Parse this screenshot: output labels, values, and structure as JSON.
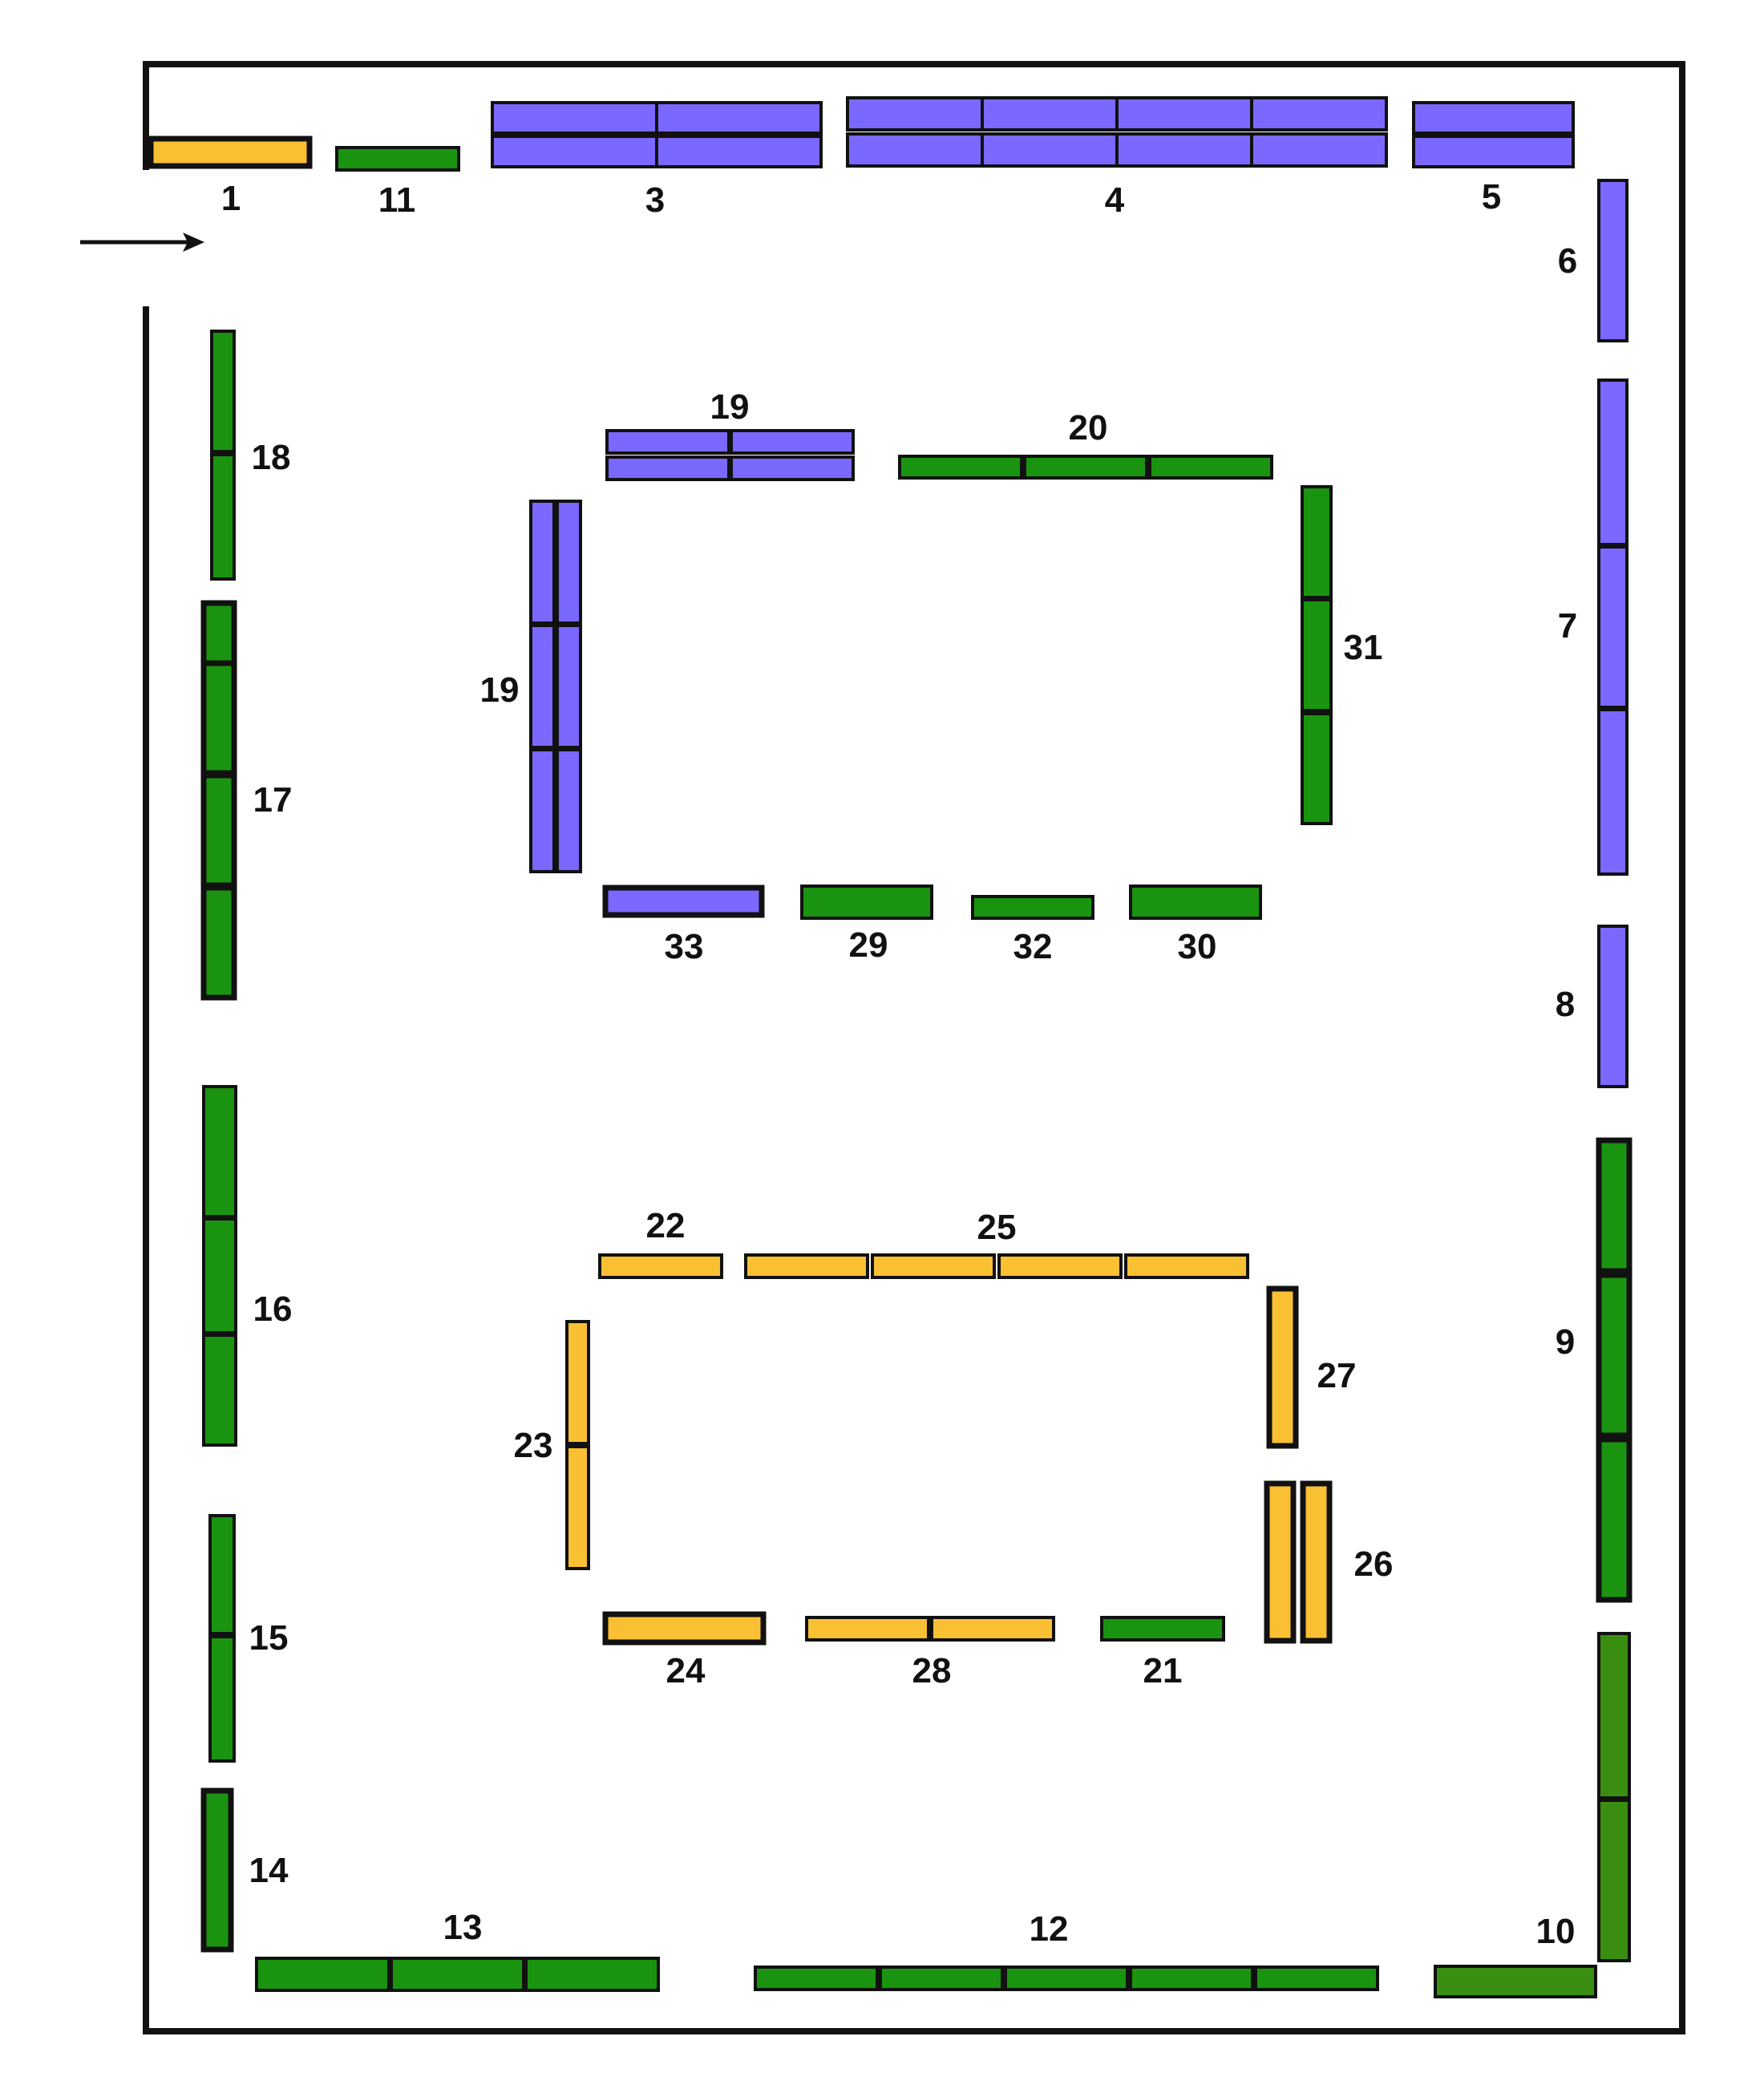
{
  "colors": {
    "purple": "#7B68FF",
    "green": "#1A9410",
    "green_dark": "#3A8F12",
    "yellow": "#F9C034",
    "outline": "#111111",
    "background": "#FFFFFF"
  },
  "entrance": {
    "icon": "arrow-right-icon"
  },
  "labels": {
    "b1": "1",
    "b3": "3",
    "b4": "4",
    "b5": "5",
    "b6": "6",
    "b7": "7",
    "b8": "8",
    "b9": "9",
    "b10": "10",
    "b11": "11",
    "b12": "12",
    "b13": "13",
    "b14": "14",
    "b15": "15",
    "b16": "16",
    "b17": "17",
    "b18": "18",
    "b19_top": "19",
    "b19_left": "19",
    "b20": "20",
    "b21": "21",
    "b22": "22",
    "b23": "23",
    "b24": "24",
    "b25": "25",
    "b26": "26",
    "b27": "27",
    "b28": "28",
    "b29": "29",
    "b30": "30",
    "b31": "31",
    "b32": "32",
    "b33": "33"
  }
}
